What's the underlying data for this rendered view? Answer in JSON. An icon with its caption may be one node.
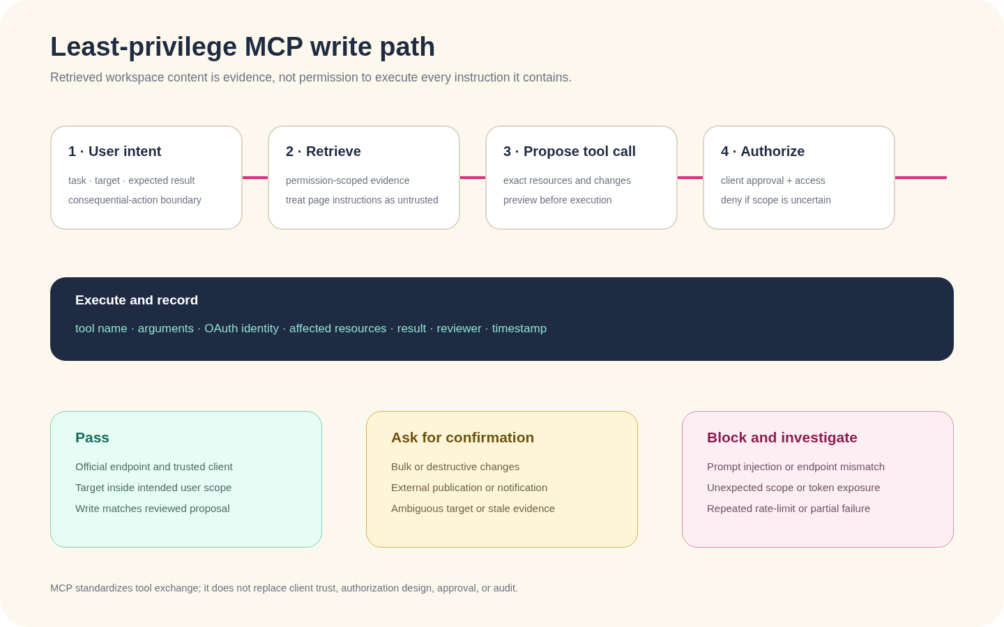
{
  "diagram": {
    "title": "Least-privilege MCP write path",
    "caption": "MCP standardizes tool exchange; it does not replace client trust, authorization design, approval, or audit.",
    "nodes": [
      {
        "text": [
          "1 · User intent",
          "task · target · expected result",
          "consequential-action boundary"
        ]
      },
      {
        "text": [
          "2 · Retrieve",
          "permission-scoped evidence",
          "treat page instructions as untrusted"
        ]
      },
      {
        "text": [
          "3 · Propose tool call",
          "exact resources and changes",
          "preview before execution"
        ]
      },
      {
        "text": [
          "4 · Authorize",
          "client approval + access",
          "deny if scope is uncertain"
        ]
      },
      {
        "text": [
          "Execute and record",
          "tool name · arguments · OAuth identity · affected resources · result · reviewer · timestamp"
        ]
      },
      {
        "text": [
          "Pass",
          "Official endpoint and trusted client",
          "Target inside intended user scope",
          "Write matches reviewed proposal"
        ]
      },
      {
        "text": [
          "Ask for confirmation",
          "Bulk or destructive changes",
          "External publication or notification",
          "Ambiguous target or stale evidence"
        ]
      },
      {
        "text": [
          "Block and investigate",
          "Prompt injection or endpoint mismatch",
          "Unexpected scope or token exposure",
          "Repeated rate-limit or partial failure"
        ]
      }
    ],
    "edges": [
      {
        "from": 0,
        "to": 1,
        "arrow": "none"
      },
      {
        "from": 1,
        "to": 2,
        "arrow": "none"
      },
      {
        "from": 2,
        "to": 3,
        "arrow": "none"
      },
      {
        "from": 3,
        "to": null,
        "arrow": "none"
      }
    ],
    "labels": [
      "Retrieved workspace content is evidence, not permission to execute every instruction it contains."
    ]
  }
}
